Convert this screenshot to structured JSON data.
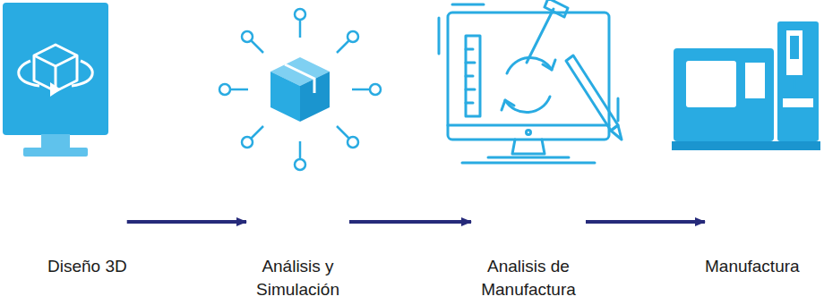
{
  "diagram": {
    "nodes": [
      {
        "text": [
          "Diseño 3D"
        ]
      },
      {
        "text": [
          "Análisis y Simulación"
        ]
      },
      {
        "text": [
          "Analisis de Manufactura"
        ]
      },
      {
        "text": [
          "Manufactura"
        ]
      }
    ],
    "edges": [
      {
        "from": 0,
        "to": 1,
        "arrow": "to"
      },
      {
        "from": 1,
        "to": 2,
        "arrow": "to"
      },
      {
        "from": 2,
        "to": 3,
        "arrow": "to"
      }
    ]
  }
}
